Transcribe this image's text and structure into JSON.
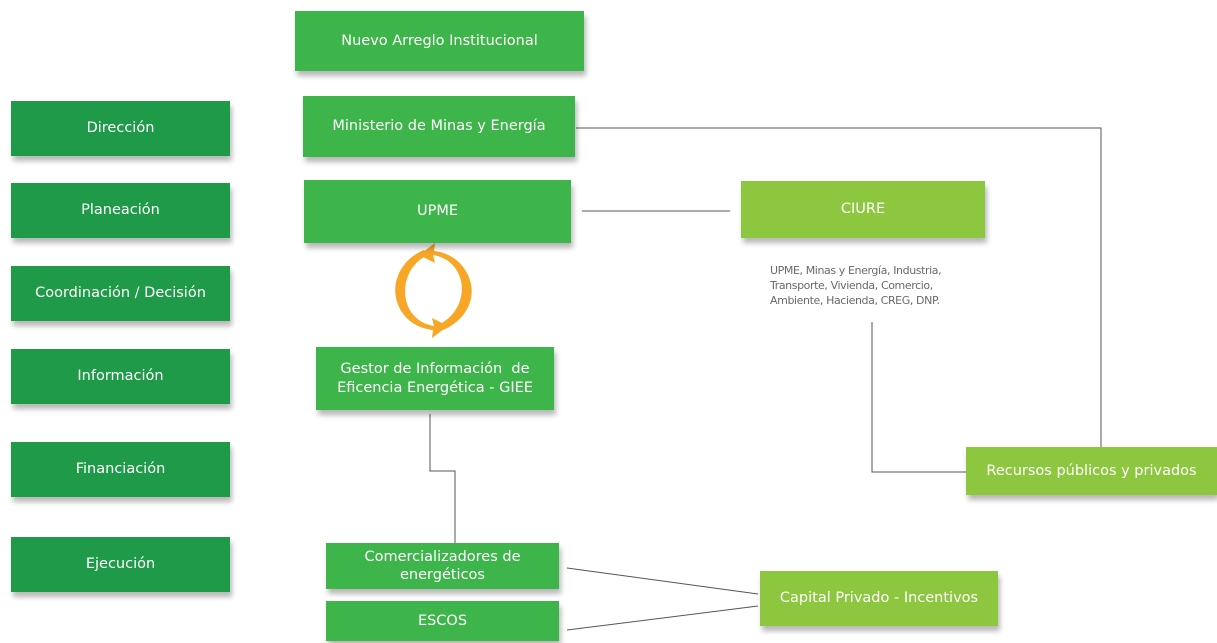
{
  "colors": {
    "left_boxes": "#1e9a48",
    "center_boxes": "#3db54a",
    "right_boxes": "#8dc63f",
    "lines": "#555555",
    "cycle_arrows": "#f7a626"
  },
  "labels": {
    "direccion": "Dirección",
    "planeacion": "Planeación",
    "coordinacion": "Coordinación / Decisión",
    "informacion": "Información",
    "financiacion": "Financiación",
    "ejecucion": "Ejecución"
  },
  "center": {
    "nuevo_arreglo": "Nuevo Arreglo Institucional",
    "ministerio": "Ministerio de Minas y Energía",
    "upme": "UPME",
    "cycle_icon": "refresh-icon",
    "giee_line1": "Gestor de Información  de",
    "giee_line2": "Eficencia Energética - GIEE",
    "comercializadores_line1": "Comercializadores de",
    "comercializadores_line2": "energéticos",
    "escos": "ESCOS"
  },
  "right": {
    "ciure": "CIURE",
    "ciure_members_line1": "UPME, Minas y Energía, Industria,",
    "ciure_members_line2": "Transporte, Vivienda, Comercio,",
    "ciure_members_line3": "Ambiente, Hacienda, CREG, DNP.",
    "recursos": "Recursos públicos y privados",
    "capital": "Capital Privado - Incentivos"
  }
}
